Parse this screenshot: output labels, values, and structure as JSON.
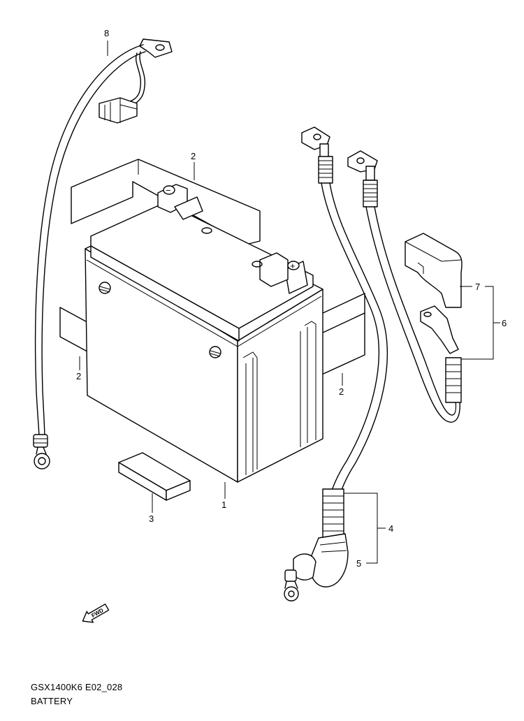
{
  "diagram": {
    "callouts": {
      "c1": "1",
      "c2a": "2",
      "c2b": "2",
      "c2c": "2",
      "c3": "3",
      "c4": "4",
      "c5": "5",
      "c6": "6",
      "c7": "7",
      "c8": "8"
    },
    "fwd_label": "FWD",
    "terminal_plus": "+",
    "terminal_minus": "−"
  },
  "caption": {
    "code": "GSX1400K6 E02_028",
    "title": "BATTERY"
  }
}
